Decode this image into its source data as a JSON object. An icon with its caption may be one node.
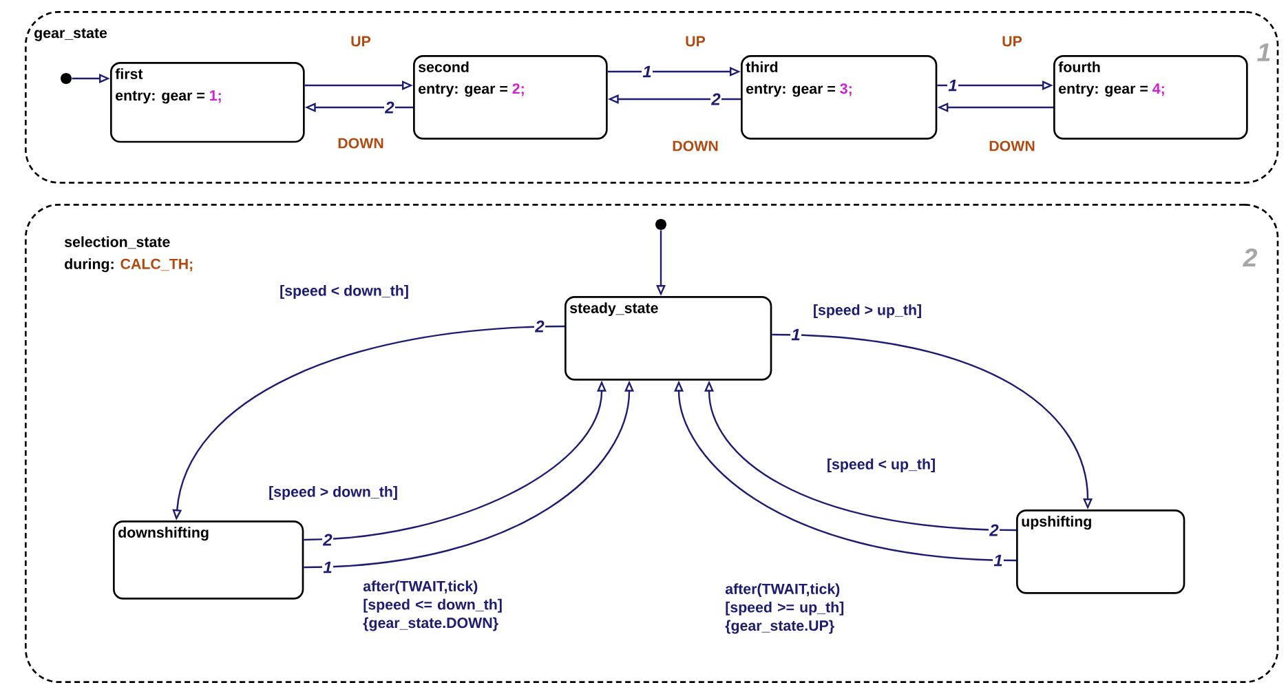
{
  "diagram": {
    "nodes": [
      {
        "text": [
          "gear_state"
        ]
      },
      {
        "text": [
          "first",
          "entry: gear =",
          "1;"
        ],
        "in": 0
      },
      {
        "text": [
          "second",
          "entry: gear =",
          "2;"
        ],
        "in": 0
      },
      {
        "text": [
          "third",
          "entry: gear =",
          "3;"
        ],
        "in": 0
      },
      {
        "text": [
          "fourth",
          "entry: gear =",
          "4;"
        ],
        "in": 0
      },
      {
        "text": [],
        "shape": "circle",
        "in": 0
      },
      {
        "text": [
          "selection_state",
          "during:",
          "CALC_TH;"
        ]
      },
      {
        "text": [
          "steady_state"
        ],
        "in": 6
      },
      {
        "text": [
          "downshifting"
        ],
        "in": 6
      },
      {
        "text": [
          "upshifting"
        ],
        "in": 6
      },
      {
        "text": [],
        "shape": "circle",
        "in": 6
      }
    ],
    "edges": [
      {
        "from": 5,
        "to": 1,
        "arrow": "to"
      },
      {
        "from": 1,
        "to": 2,
        "arrow": "to",
        "label": "UP"
      },
      {
        "from": 2,
        "to": 1,
        "arrow": "to",
        "label": "DOWN"
      },
      {
        "from": 2,
        "to": 3,
        "arrow": "to",
        "label": "UP"
      },
      {
        "from": 3,
        "to": 2,
        "arrow": "to",
        "label": "DOWN"
      },
      {
        "from": 3,
        "to": 4,
        "arrow": "to",
        "label": "UP"
      },
      {
        "from": 4,
        "to": 3,
        "arrow": "to",
        "label": "DOWN"
      },
      {
        "from": 10,
        "to": 7,
        "arrow": "to"
      },
      {
        "from": 7,
        "to": 8,
        "arrow": "to",
        "label": "[speed < down_th]"
      },
      {
        "from": 7,
        "to": 9,
        "arrow": "to",
        "label": "[speed > up_th]"
      },
      {
        "from": 8,
        "to": 7,
        "arrow": "to",
        "label": "[speed > down_th]"
      },
      {
        "from": 8,
        "to": 7,
        "arrow": "to",
        "label": "after(TWAIT,tick) [speed <= down_th] {gear_state.DOWN}"
      },
      {
        "from": 9,
        "to": 7,
        "arrow": "to",
        "label": "[speed < up_th]"
      },
      {
        "from": 9,
        "to": 7,
        "arrow": "to",
        "label": "after(TWAIT,tick) [speed >= up_th] {gear_state.UP}"
      }
    ],
    "labels": [
      "1",
      "1",
      "1",
      "2",
      "2",
      "2",
      "2",
      "1",
      "2",
      "2",
      "1",
      "1"
    ]
  }
}
